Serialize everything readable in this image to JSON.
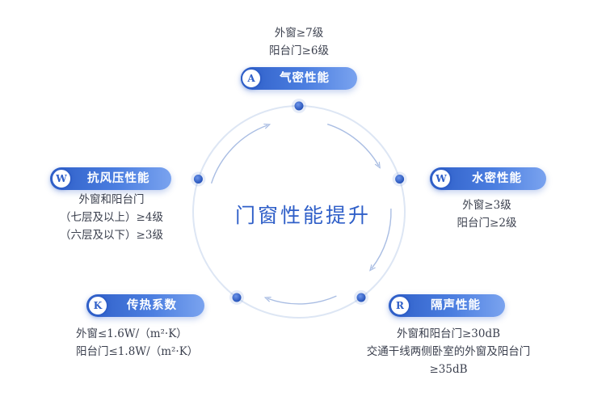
{
  "center_title": "门窗性能提升",
  "items": [
    {
      "key": "air",
      "badge": "A",
      "label": "气密性能",
      "lines": [
        "外窗≥7级",
        "阳台门≥6级"
      ]
    },
    {
      "key": "water",
      "badge": "W",
      "label": "水密性能",
      "lines": [
        "外窗≥3级",
        "阳台门≥2级"
      ]
    },
    {
      "key": "sound",
      "badge": "R",
      "label": "隔声性能",
      "lines": [
        "外窗和阳台门≥30dB",
        "交通干线两侧卧室的外窗及阳台门",
        "≥35dB"
      ]
    },
    {
      "key": "heat",
      "badge": "K",
      "label": "传热系数",
      "lines": [
        "外窗≤1.6W/（m²·K）",
        "阳台门≤1.8W/（m²·K）"
      ]
    },
    {
      "key": "wind",
      "badge": "W",
      "label": "抗风压性能",
      "lines": [
        "外窗和阳台门",
        "（七层及以上）≥4级",
        "（六层及以下）≥3级"
      ]
    }
  ],
  "colors": {
    "accent": "#2f5fc8",
    "ring": "#dde6f4",
    "arrow": "#a9bde3"
  }
}
